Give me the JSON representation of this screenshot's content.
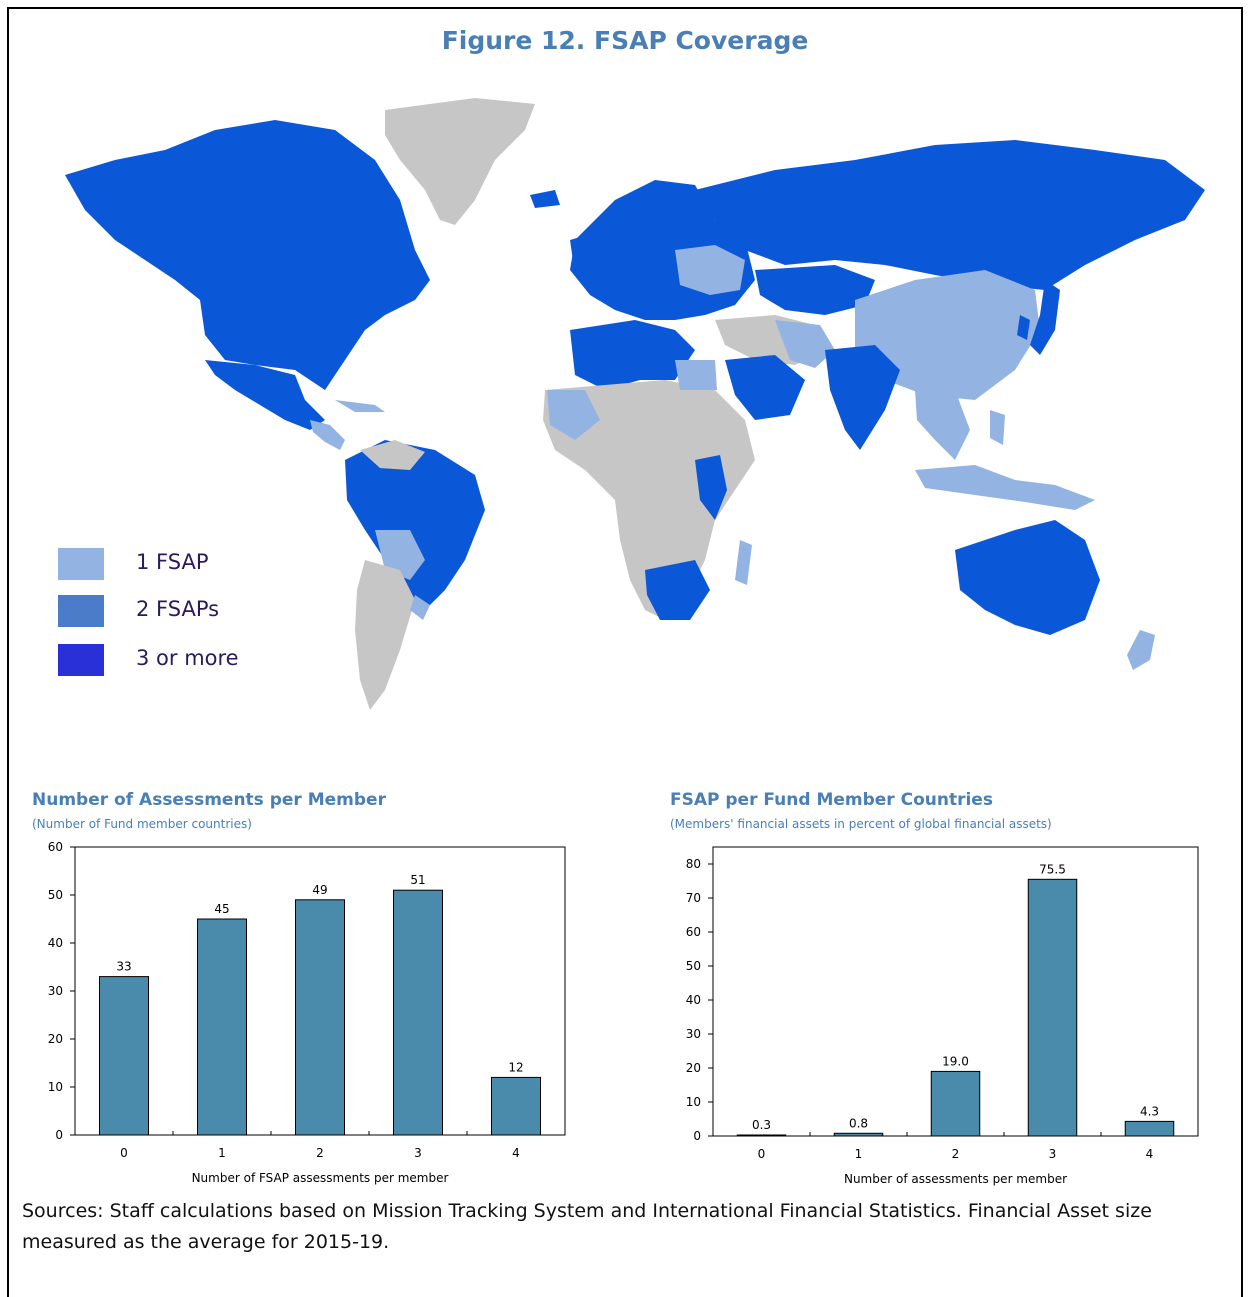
{
  "figure": {
    "title": "Figure 12. FSAP Coverage"
  },
  "map": {
    "colors": {
      "none": "#c6c6c6",
      "one": "#93b3e3",
      "two": "#4b7cc9",
      "three_plus": "#0a57d8",
      "legend_three_plus": "#2a30d8"
    },
    "legend": [
      {
        "label": "1 FSAP",
        "color": "#93b3e3"
      },
      {
        "label": "2 FSAPs",
        "color": "#4b7cc9"
      },
      {
        "label": "3 or more",
        "color": "#2a30d8"
      }
    ]
  },
  "chart_data": [
    {
      "type": "bar",
      "title": "Number of Assessments per Member",
      "subtitle": "(Number of Fund member countries)",
      "xlabel": "Number of FSAP assessments per member",
      "ylabel": "",
      "categories": [
        "0",
        "1",
        "2",
        "3",
        "4"
      ],
      "values": [
        33,
        45,
        49,
        51,
        12
      ],
      "data_labels": [
        "33",
        "45",
        "49",
        "51",
        "12"
      ],
      "ylim": [
        0,
        60
      ],
      "yticks": [
        0,
        10,
        20,
        30,
        40,
        50,
        60
      ],
      "bar_color": "#4a8aab",
      "grid": false
    },
    {
      "type": "bar",
      "title": "FSAP per Fund Member Countries",
      "subtitle": "(Members' financial assets in percent of global financial assets)",
      "xlabel": "Number of assessments per member",
      "ylabel": "",
      "categories": [
        "0",
        "1",
        "2",
        "3",
        "4"
      ],
      "values": [
        0.3,
        0.8,
        19.0,
        75.5,
        4.3
      ],
      "data_labels": [
        "0.3",
        "0.8",
        "19.0",
        "75.5",
        "4.3"
      ],
      "ylim": [
        0,
        80
      ],
      "yticks": [
        0,
        10,
        20,
        30,
        40,
        50,
        60,
        70,
        80
      ],
      "bar_color": "#4a8aab",
      "grid": false
    }
  ],
  "sources": "Sources: Staff calculations based on Mission Tracking System and International Financial Statistics. Financial Asset size measured as the average for 2015-19."
}
